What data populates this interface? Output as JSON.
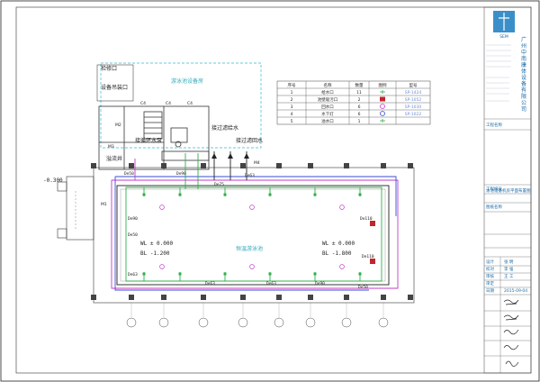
{
  "company": {
    "logo_text": "SEM",
    "name_lines": [
      "广",
      "州",
      "中",
      "南",
      "康",
      "体",
      "设",
      "备",
      "有",
      "限",
      "公",
      "司"
    ]
  },
  "title_block": {
    "fields": [
      "工程名称",
      "工程编号",
      "图纸名称",
      "设计",
      "校对",
      "审核",
      "审定",
      "日期"
    ],
    "project_name": "泳池设备机房平面布置图",
    "values": [
      "张 明",
      "李 强",
      "王 工",
      "2015-09-04"
    ]
  },
  "legend_table": {
    "headers": [
      "序号",
      "名称",
      "数量",
      "图例",
      "型号"
    ],
    "rows": [
      {
        "no": "1",
        "name": "给水口",
        "qty": "11",
        "model": "SP-1424"
      },
      {
        "no": "2",
        "name": "池壁吸污口",
        "qty": "2",
        "model": "SP-1052"
      },
      {
        "no": "3",
        "name": "回水口",
        "qty": "6",
        "model": "SP-1030"
      },
      {
        "no": "4",
        "name": "水下灯",
        "qty": "6",
        "model": "SP-1022"
      },
      {
        "no": "5",
        "name": "溢水口",
        "qty": "1",
        "model": ""
      }
    ]
  },
  "plan": {
    "equipment_room": "游泳池设备房",
    "overflow_tank": "溢流井",
    "pool_name": "恒温游泳池",
    "access_hole": "检修口",
    "equipment_hole": "设备吊装口",
    "pump_label": "接循环水泵",
    "filter_label": "接过滤给水",
    "filter_return": "接过滤回水",
    "level_left": "-0.300",
    "wl_left": "WL ± 0.000",
    "bl_left": "BL -1.200",
    "wl_right": "WL ± 0.000",
    "bl_right": "BL -1.800",
    "pipe_labels": [
      "De50",
      "De90",
      "De75",
      "De63",
      "De90",
      "De63",
      "De50",
      "De63",
      "De90",
      "De63",
      "De50",
      "De110",
      "De110"
    ],
    "room_tags": [
      "M1",
      "M2",
      "C4",
      "C4",
      "C4",
      "M3",
      "M4"
    ]
  }
}
